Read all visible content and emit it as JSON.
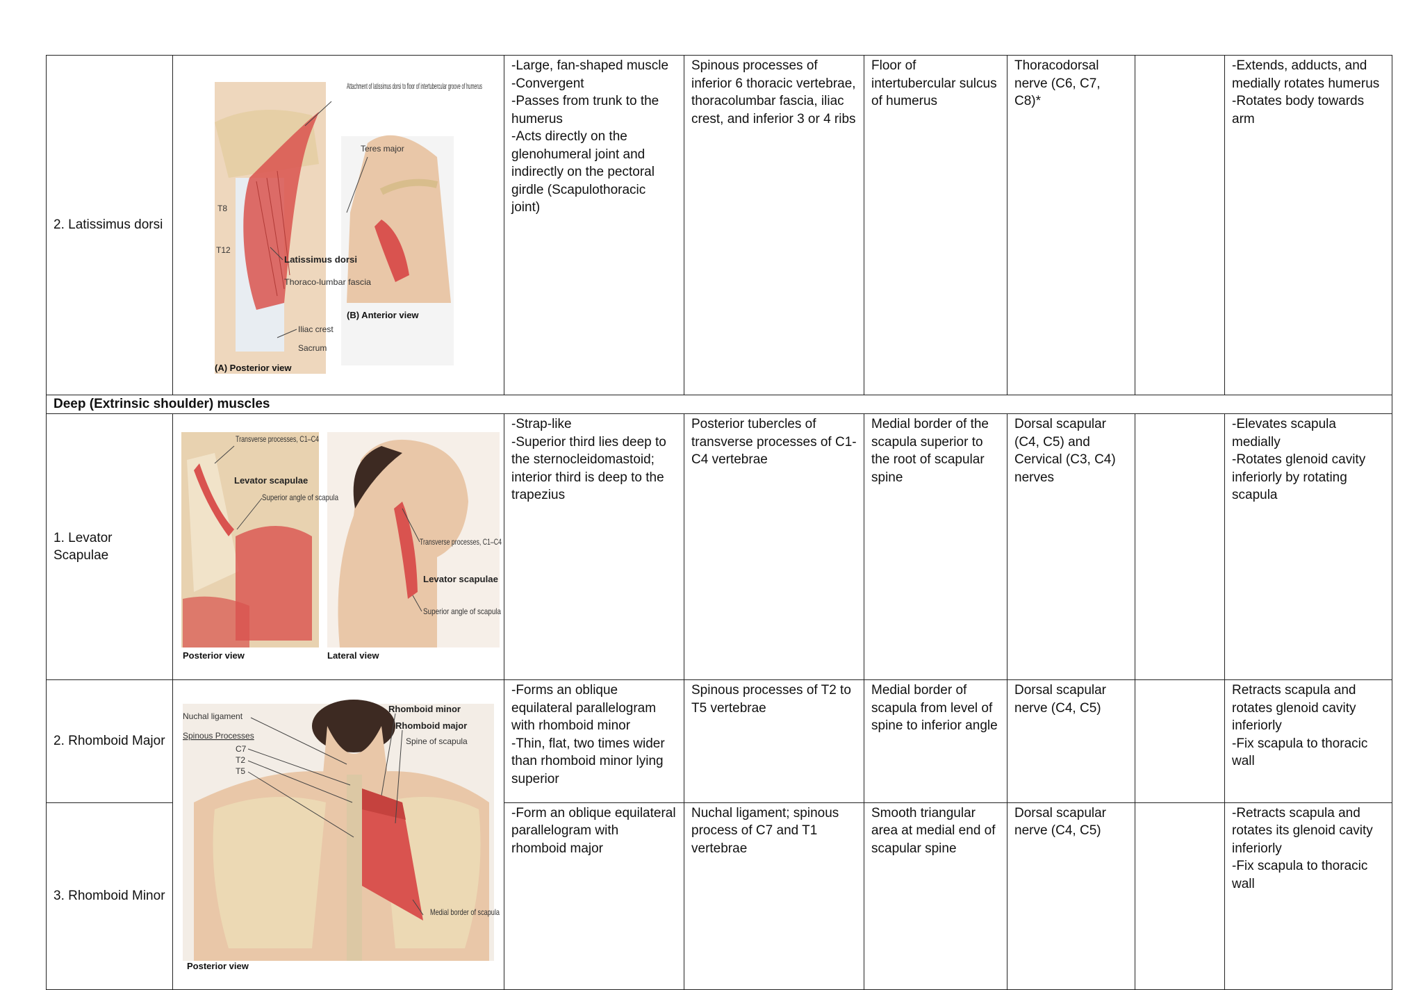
{
  "rows": [
    {
      "name": "2. Latissimus dorsi",
      "features": "-Large, fan-shaped muscle\n-Convergent\n-Passes from trunk to the humerus\n-Acts directly on the glenohumeral joint and indirectly on the pectoral girdle (Scapulothoracic joint)",
      "origin": "Spinous processes of inferior 6 thoracic vertebrae, thoracolumbar fascia, iliac crest, and inferior 3 or 4 ribs",
      "insertion": "Floor of intertubercular sulcus of humerus",
      "innervation": "Thoracodorsal nerve (C6, C7, C8)*",
      "blank": "",
      "action": "-Extends, adducts, and medially rotates humerus\n-Rotates body towards arm",
      "figure": {
        "labels": {
          "attachment": "Attachment of latissimus dorsi to floor of intertubercular groove of humerus",
          "teres": "Teres major",
          "t8": "T8",
          "t12": "T12",
          "latissimus": "Latissimus dorsi",
          "thoraco": "Thoraco-lumbar fascia",
          "iliac": "Iliac crest",
          "sacrum": "Sacrum",
          "anterior": "(B) Anterior view",
          "posterior": "(A) Posterior view"
        }
      }
    }
  ],
  "section": {
    "title": "Deep (Extrinsic shoulder) muscles"
  },
  "deep_rows": [
    {
      "name": "1. Levator Scapulae",
      "features": "-Strap-like\n-Superior third lies deep to the sternocleidomastoid; interior third is deep to the trapezius",
      "origin": "Posterior tubercles of transverse processes of C1-C4 vertebrae",
      "insertion": "Medial border of the scapula superior to the root of scapular spine",
      "innervation": "Dorsal scapular (C4, C5) and Cervical (C3, C4) nerves",
      "blank": "",
      "action": "-Elevates scapula medially\n-Rotates glenoid cavity inferiorly by rotating scapula",
      "figure": {
        "labels": {
          "transverse1": "Transverse processes, C1–C4",
          "levator1": "Levator scapulae",
          "superior1": "Superior angle of scapula",
          "transverse2": "Transverse processes, C1–C4",
          "levator2": "Levator scapulae",
          "superior2": "Superior angle of scapula",
          "posterior": "Posterior view",
          "lateral": "Lateral view"
        }
      }
    },
    {
      "name": "2. Rhomboid Major",
      "features": "-Forms an oblique equilateral parallelogram with rhomboid minor\n-Thin, flat, two times wider than rhomboid minor lying superior",
      "origin": "Spinous processes of T2 to T5 vertebrae",
      "insertion": "Medial border of scapula from level of spine to inferior angle",
      "innervation": "Dorsal scapular nerve (C4, C5)",
      "blank": "",
      "action": "Retracts scapula and rotates glenoid cavity inferiorly\n-Fix scapula to thoracic wall"
    },
    {
      "name": "3. Rhomboid Minor",
      "features": "-Form an oblique equilateral parallelogram with rhomboid major",
      "origin": "Nuchal ligament; spinous process of C7 and T1 vertebrae",
      "insertion": "Smooth triangular area at medial end of scapular spine",
      "innervation": "Dorsal scapular nerve (C4, C5)",
      "blank": "",
      "action": "-Retracts scapula and rotates its glenoid cavity inferiorly\n-Fix scapula to thoracic wall"
    }
  ],
  "rhomboid_figure": {
    "labels": {
      "nuchal": "Nuchal ligament",
      "spinous": "Spinous Processes",
      "c7": "C7",
      "t2": "T2",
      "t5": "T5",
      "minor": "Rhomboid minor",
      "major": "Rhomboid major",
      "spine": "Spine of scapula",
      "medial": "Medial border of scapula",
      "posterior": "Posterior view"
    }
  },
  "colors": {
    "muscle": "#d9534f",
    "bone": "#ecd9b4",
    "skin": "#e9c7a8",
    "border": "#222222"
  }
}
